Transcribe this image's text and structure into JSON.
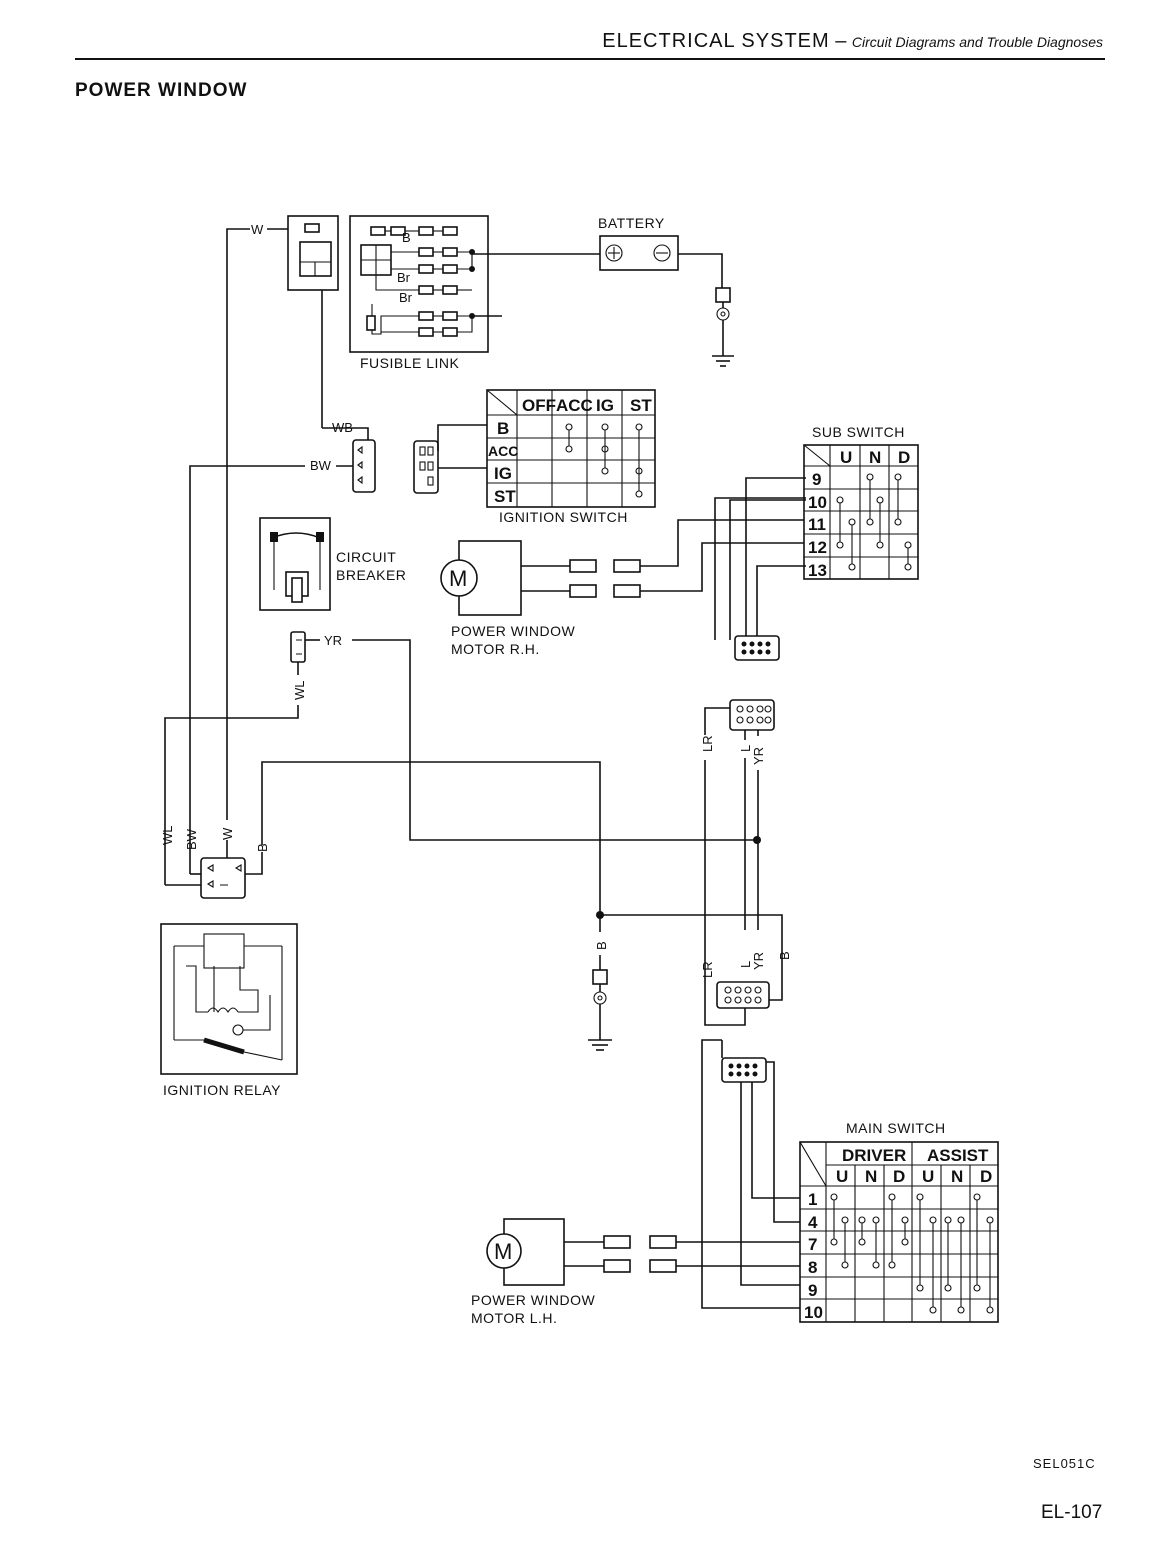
{
  "header": {
    "system": "ELECTRICAL SYSTEM",
    "separator": "–",
    "subtitle": "Circuit Diagrams and Trouble Diagnoses"
  },
  "title": "POWER WINDOW",
  "figure_code": "SEL051C",
  "page_number": "EL-107",
  "components": {
    "fusible_link": "FUSIBLE LINK",
    "battery": "BATTERY",
    "ignition_switch": "IGNITION SWITCH",
    "sub_switch": "SUB SWITCH",
    "circuit_breaker_line1": "CIRCUIT",
    "circuit_breaker_line2": "BREAKER",
    "motor_rh_line1": "POWER WINDOW",
    "motor_rh_line2": "MOTOR R.H.",
    "motor_lh_line1": "POWER WINDOW",
    "motor_lh_line2": "MOTOR L.H.",
    "ignition_relay": "IGNITION RELAY",
    "main_switch": "MAIN SWITCH"
  },
  "wires": {
    "w": "W",
    "wb": "WB",
    "bw": "BW",
    "wl": "WL",
    "yr": "YR",
    "b": "B",
    "br": "Br",
    "lr": "LR",
    "l": "L"
  },
  "ignition_switch_table": {
    "columns": [
      "OFF",
      "ACC",
      "IG",
      "ST"
    ],
    "rows": [
      "B",
      "ACC",
      "IG",
      "ST"
    ]
  },
  "sub_switch_table": {
    "columns": [
      "U",
      "N",
      "D"
    ],
    "rows": [
      "9",
      "10",
      "11",
      "12",
      "13"
    ]
  },
  "main_switch_table": {
    "groups": [
      "DRIVER",
      "ASSIST"
    ],
    "columns": [
      "U",
      "N",
      "D",
      "U",
      "N",
      "D"
    ],
    "rows": [
      "1",
      "4",
      "7",
      "8",
      "9",
      "10"
    ]
  },
  "symbols": {
    "motor": "M",
    "battery_positive": "⊕",
    "battery_negative": "⊖"
  }
}
